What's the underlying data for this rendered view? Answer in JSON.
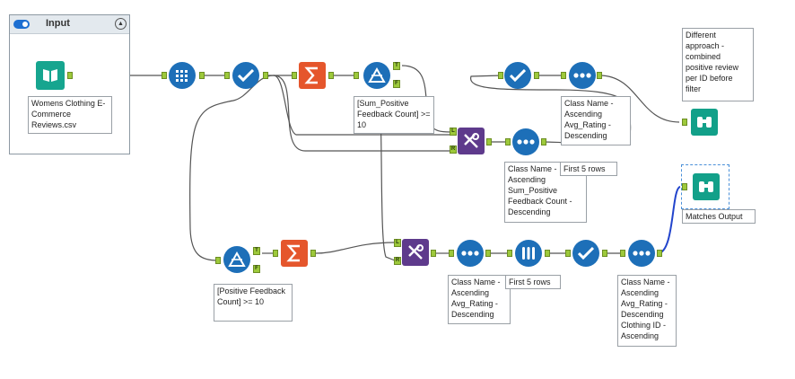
{
  "container": {
    "title": "Input",
    "collapse_glyph": "▲"
  },
  "annotations": {
    "input_file": "Womens Clothing E-Commerce Reviews.csv",
    "filter_top": "[Sum_Positive Feedback Count] >= 10",
    "sort_top_right": "Class Name - Ascending Avg_Rating - Descending",
    "sort_middle": "Class Name - Ascending Sum_Positive Feedback Count - Descending",
    "sample_middle": "First 5 rows",
    "comment": "Different approach - combined positive review per ID before filter",
    "filter_bottom": "[Positive Feedback Count] >= 10",
    "sort_bottom": "Class Name - Ascending Avg_Rating - Descending",
    "sample_bottom": "First 5 rows",
    "sort_final": "Class Name - Ascending Avg_Rating - Descending Clothing ID - Ascending",
    "browse_output": "Matches Output"
  },
  "anchors": {
    "true": "T",
    "false": "F",
    "left": "L",
    "right": "R"
  },
  "colors": {
    "connection": "#555555",
    "selected_connection": "#2244cc",
    "anchor": "#9dc93b",
    "filter_tool": "#1d6fb8",
    "summarize_tool": "#e5562c",
    "join_tool": "#5e3a8c",
    "browse_tool": "#12a089"
  },
  "icons": {
    "input": "book-icon",
    "select": "select-columns-icon",
    "formula": "check-icon",
    "summarize": "sigma-icon",
    "filter": "filter-triangle-icon",
    "join": "join-icon",
    "sort": "sort-dots-icon",
    "sample": "sample-tubes-icon",
    "browse": "binoculars-icon"
  }
}
